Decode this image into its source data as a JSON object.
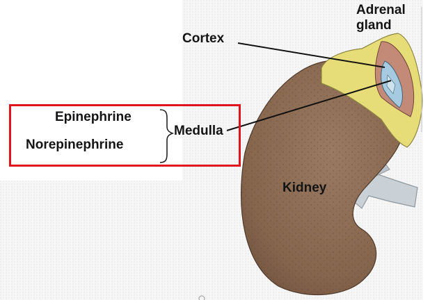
{
  "labels": {
    "adrenal_line1": "Adrenal",
    "adrenal_line2": "gland",
    "cortex": "Cortex",
    "epinephrine": "Epinephrine",
    "norepinephrine": "Norepinephrine",
    "medulla": "Medulla",
    "kidney": "Kidney"
  },
  "colors": {
    "kidney": "#8c6a52",
    "adrenal_gland": "#e8e07a",
    "cortex": "#c08a7a",
    "medulla": "#9fc4dc",
    "ureter": "#c9d0d6",
    "highlight_box": "#e0141c",
    "background_texture": "#f3f3f3"
  }
}
